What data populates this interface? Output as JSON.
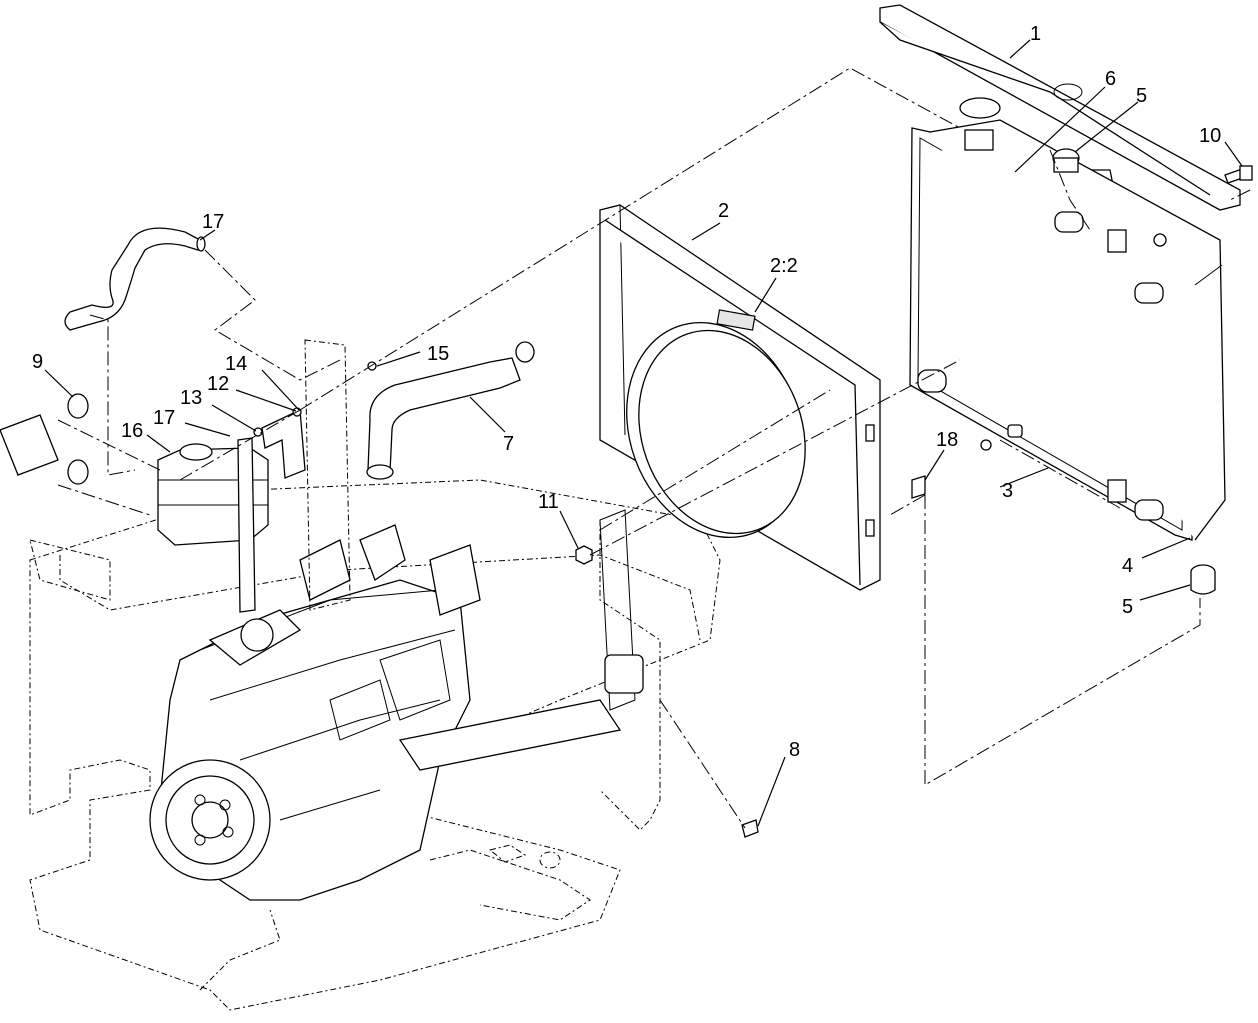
{
  "callouts": {
    "c1": "1",
    "c2": "2",
    "c2_2": "2:2",
    "c3": "3",
    "c4": "4",
    "c5_top": "5",
    "c5_bottom": "5",
    "c6": "6",
    "c7": "7",
    "c8": "8",
    "c9": "9",
    "c10": "10",
    "c11": "11",
    "c12": "12",
    "c13": "13",
    "c14": "14",
    "c15": "15",
    "c16": "16",
    "c17_top": "17",
    "c17_tank": "17",
    "c18": "18"
  }
}
